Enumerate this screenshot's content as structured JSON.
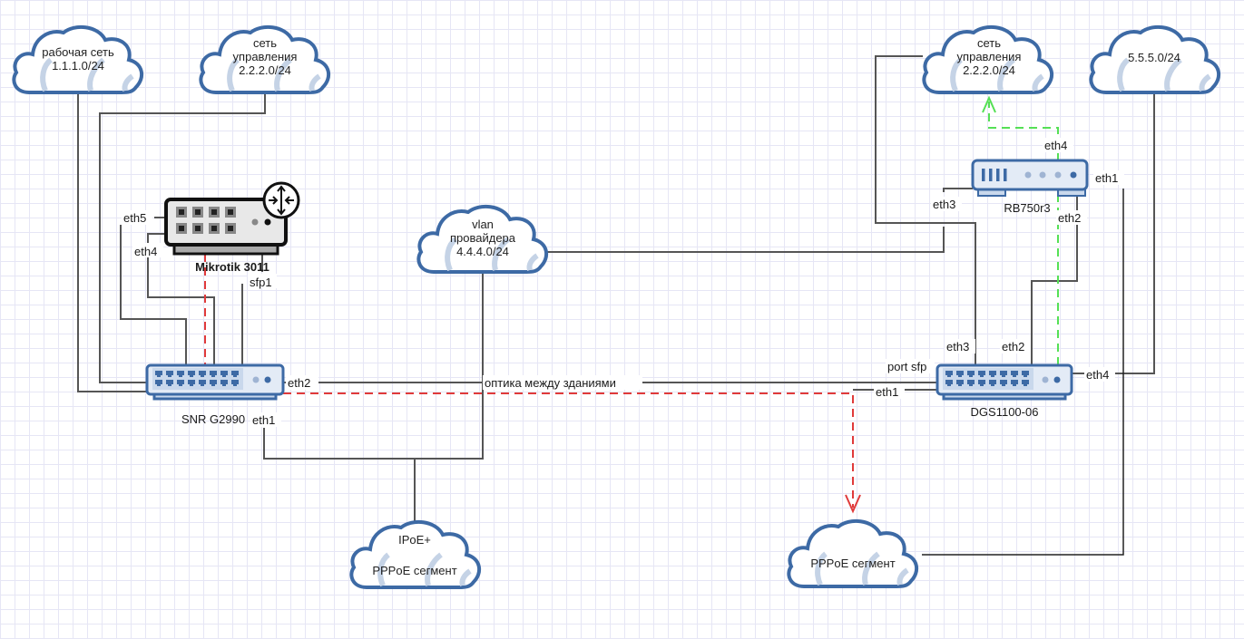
{
  "diagram": {
    "clouds": {
      "work_net": [
        "рабочая сеть",
        "1.1.1.0/24"
      ],
      "mgmt_left": [
        "сеть",
        "управления",
        "2.2.2.0/24"
      ],
      "mgmt_right": [
        "сеть",
        "управления",
        "2.2.2.0/24"
      ],
      "net5": [
        "5.5.5.0/24"
      ],
      "vlan": [
        "vlan",
        "провайдера",
        "4.4.4.0/24"
      ],
      "ipoe": [
        "IPoE+",
        "PPPoE сегмент"
      ],
      "pppoe": [
        "PPPoE сегмент"
      ]
    },
    "devices": {
      "mikrotik": "Mikrotik 3011",
      "snr": "SNR G2990",
      "rb750": "RB750r3",
      "dgs": "DGS1100-06"
    },
    "ports": {
      "mikrotik_eth5": "eth5",
      "mikrotik_eth4": "eth4",
      "mikrotik_sfp1": "sfp1",
      "snr_eth2": "eth2",
      "snr_eth1": "eth1",
      "rb_eth4": "eth4",
      "rb_eth1": "eth1",
      "rb_eth3": "eth3",
      "rb_eth2": "eth2",
      "dgs_eth3": "eth3",
      "dgs_eth2": "eth2",
      "dgs_port_sfp": "port sfp",
      "dgs_eth1": "eth1",
      "dgs_eth4": "eth4"
    },
    "link_labels": {
      "fiber": "оптика между зданиями"
    },
    "colors": {
      "cloud_stroke": "#3d6aa5",
      "device_blue": "#3d6aa5",
      "link": "#555555",
      "red_path": "#e03a3a",
      "green_path": "#55e055"
    }
  }
}
